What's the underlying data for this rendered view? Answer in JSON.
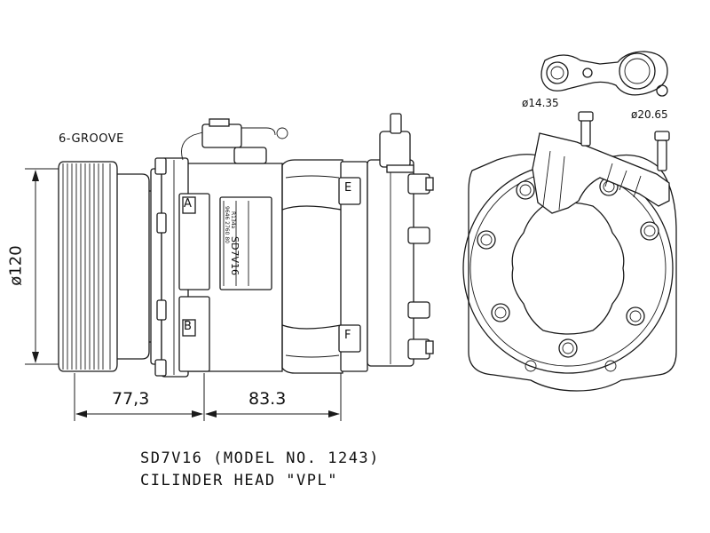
{
  "labels": {
    "groove": "6-GROOVE",
    "diameter_pulley": "ø120",
    "dim_left": "77,3",
    "dim_right": "83.3",
    "diameter_small_port": "ø14.35",
    "diameter_large_port": "ø20.65",
    "letter_a": "A",
    "letter_b": "B",
    "letter_e": "E",
    "letter_f": "F",
    "plate_model": "SD7V16",
    "plate_refrigerant": "R134a",
    "plate_serial": "9646 2760 80"
  },
  "caption": {
    "line1": "SD7V16 (MODEL NO. 1243)",
    "line2": "CILINDER HEAD \"VPL\""
  }
}
